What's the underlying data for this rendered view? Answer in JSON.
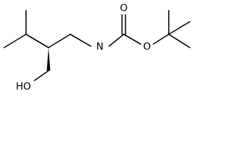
{
  "atom_labels": {
    "carbonyl_oxygen": "O",
    "ester_oxygen": "O",
    "nitrogen_h": "N",
    "hydroxyl": "HO"
  }
}
